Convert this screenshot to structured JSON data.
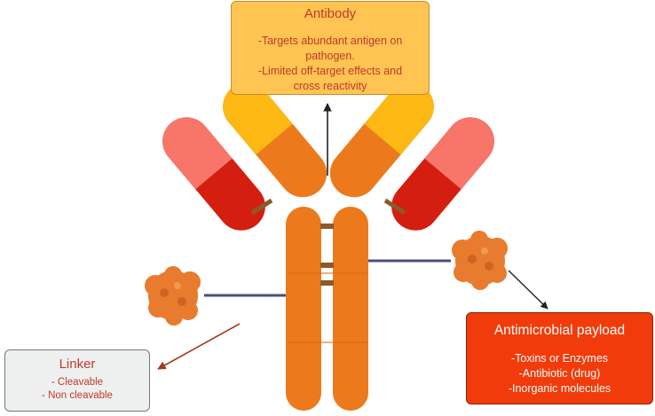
{
  "antibody": {
    "title": "Antibody",
    "lines": [
      "-Targets abundant antigen on",
      "pathogen.",
      "-Limited off-target effects and",
      "cross reactivity"
    ]
  },
  "payload": {
    "title": "Antimicrobial payload",
    "lines": [
      "-Toxins or Enzymes",
      "-Antibiotic (drug)",
      "-Inorganic molecules"
    ]
  },
  "linker": {
    "title": "Linker",
    "lines": [
      "- Cleavable",
      "- Non cleavable"
    ]
  },
  "colors": {
    "heavy_chain": "#ec7a1d",
    "light_chain_tip_left": "#f8756a",
    "light_chain_base": "#d41f10",
    "heavy_tip": "#fdb813",
    "linker_line": "#4a4e7e",
    "payload_blob": "#e87b2e"
  }
}
